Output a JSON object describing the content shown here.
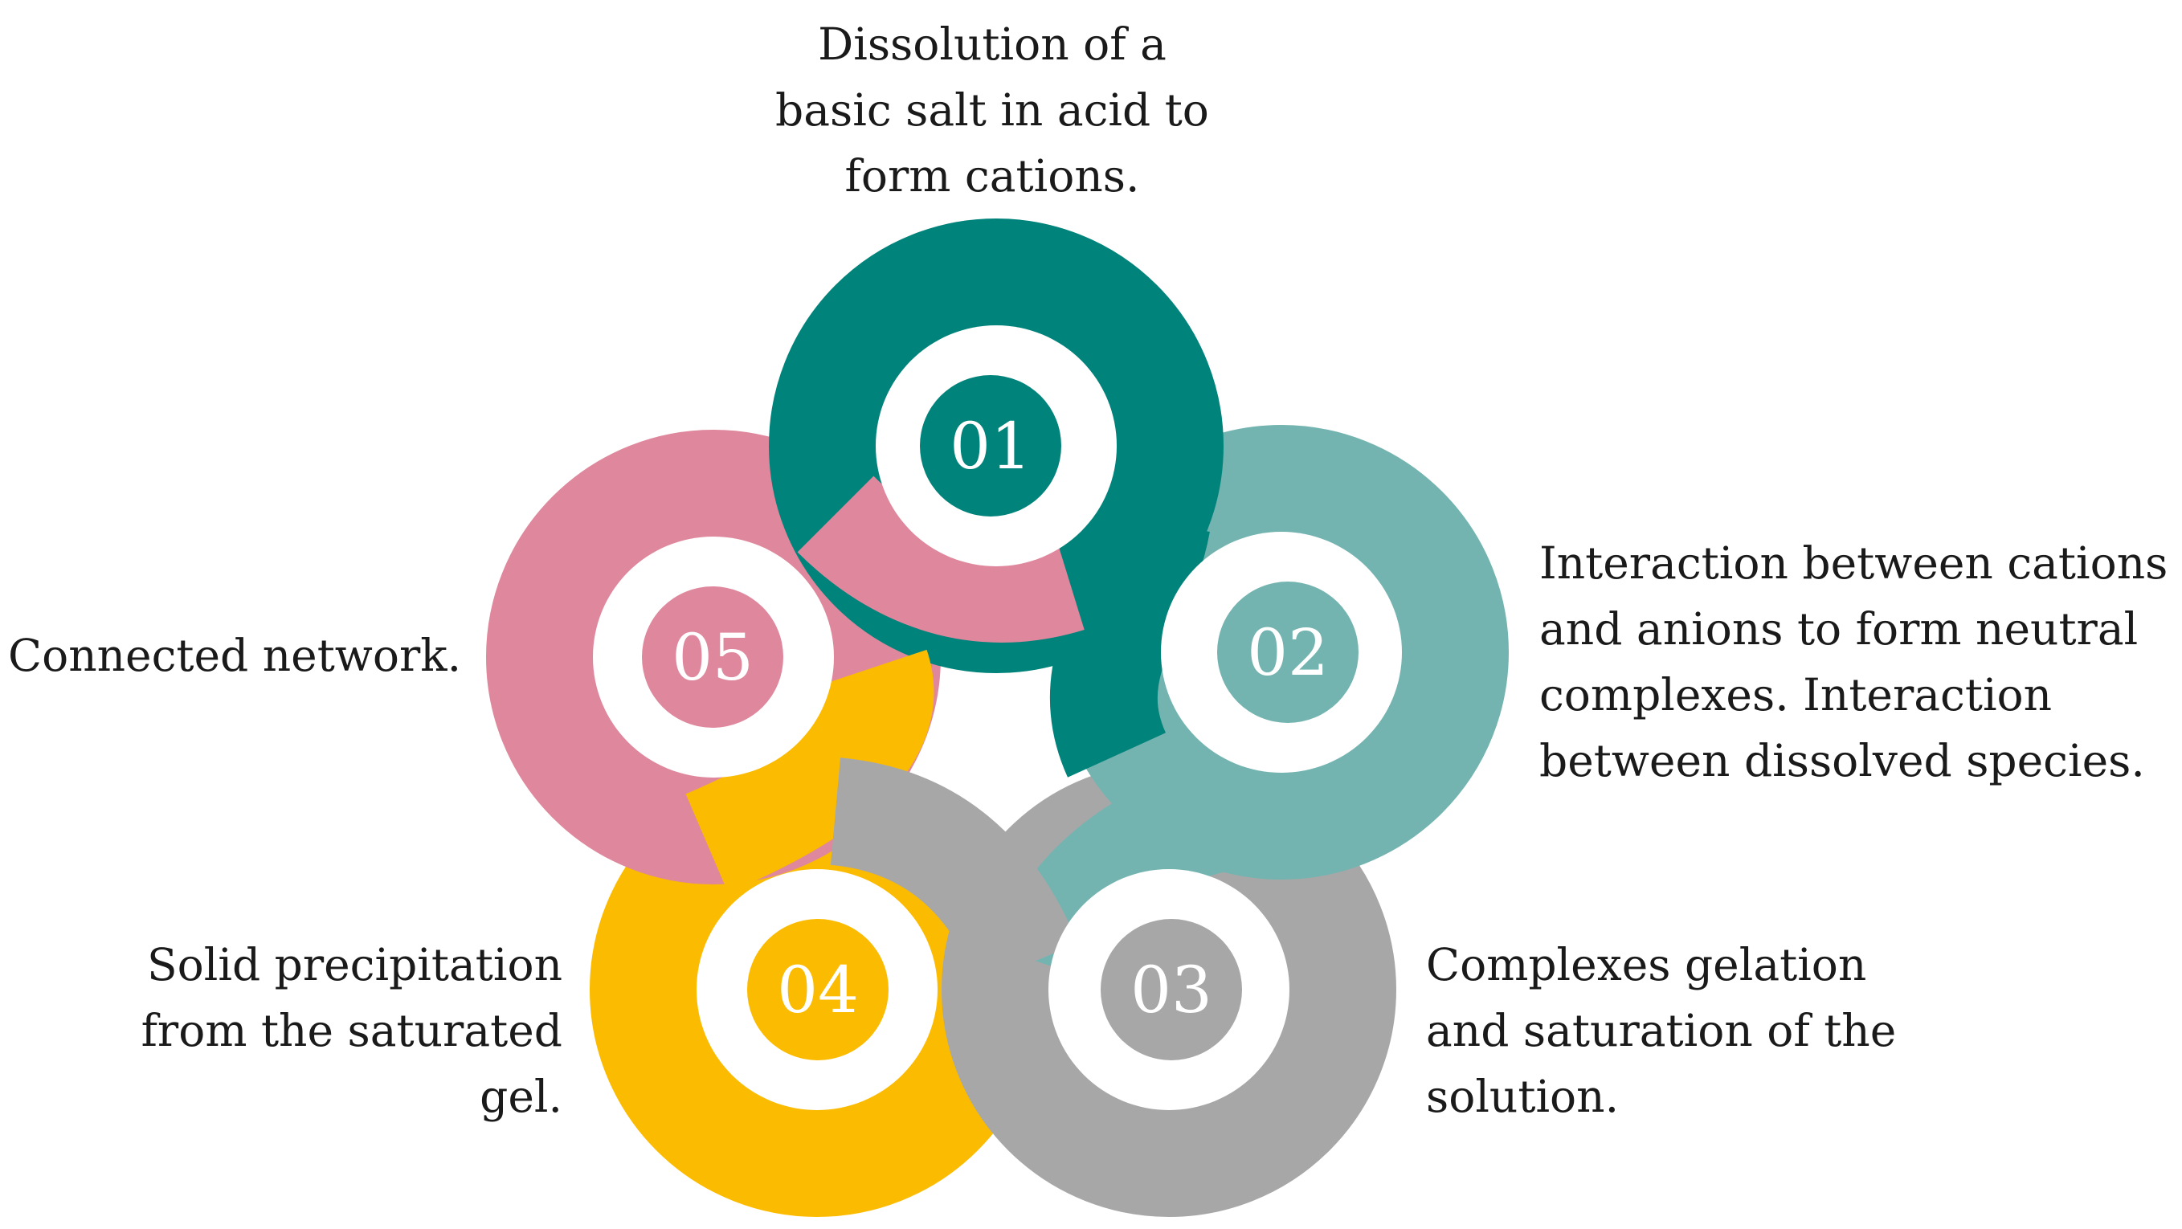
{
  "steps": [
    {
      "number": "01",
      "text": "Dissolution of a\nbasic salt in acid to\nform cations.",
      "color": "#00837a"
    },
    {
      "number": "02",
      "text": "Interaction between cations\nand anions to form neutral\ncomplexes. Interaction\nbetween dissolved species.",
      "color": "#74b4b0"
    },
    {
      "number": "03",
      "text": "Complexes gelation\nand saturation of the\nsolution.",
      "color": "#a7a7a7"
    },
    {
      "number": "04",
      "text": "Solid precipitation\nfrom the saturated\ngel.",
      "color": "#fbbb00"
    },
    {
      "number": "05",
      "text": "Connected network.",
      "color": "#df879c"
    }
  ]
}
